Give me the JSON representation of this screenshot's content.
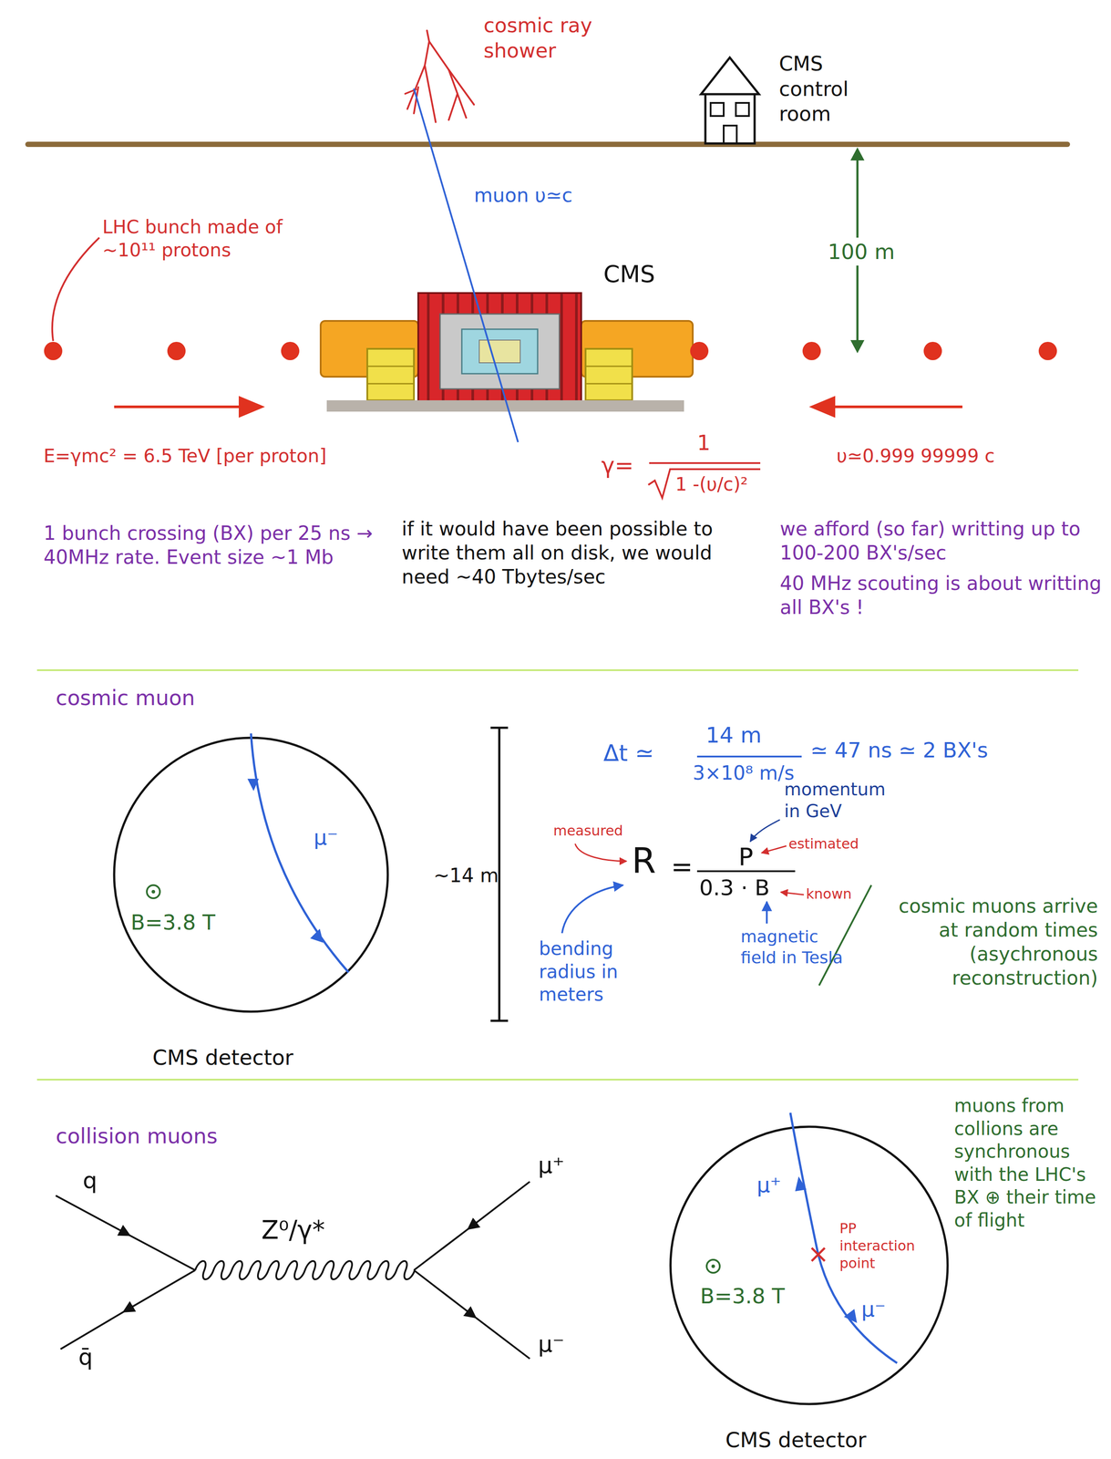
{
  "diagram": {
    "nodes": [
      {
        "text": [
          "CMS control room"
        ]
      },
      {
        "text": [
          "μ⁻",
          "B=3.8 T",
          "CMS detector"
        ]
      },
      {
        "text": [
          "μ⁺",
          "PP interaction point",
          "B=3.8 T",
          "μ⁻",
          "CMS detector"
        ]
      }
    ],
    "labels": [
      "cosmic ray shower",
      "muon υ≃c",
      "100 m",
      "LHC bunch made of ~10¹¹ protons",
      "CMS",
      "E=γmc² = 6.5 TeV [per proton]",
      "γ=",
      "1",
      "1 -(υ/c)²",
      "υ≃0.999 99999 c",
      "1 bunch crossing (BX) per 25 ns → 40MHz rate. Event size ~1 Mb",
      "if it would have been possible to write them all on disk, we would need ~40 Tbytes/sec",
      "we afford (so far) writting up to 100-200 BX's/sec",
      "40 MHz scouting is about writting all BX's !",
      "cosmic muon",
      "~14 m",
      "Δt ≃",
      "14 m",
      "3×10⁸ m/s",
      "≃ 47 ns ≃ 2 BX's",
      "measured",
      "R",
      "=",
      "P",
      "0.3 · B",
      "momentum in GeV",
      "estimated",
      "known",
      "bending radius in meters",
      "magnetic field in Tesla",
      "cosmic muons arrive at random times (asychronous reconstruction)",
      "collision muons",
      "q",
      "q̄",
      "Z⁰/γ*",
      "μ⁺",
      "μ⁻",
      "muons from collions are synchronous with the LHC's BX ⊕ their time of flight"
    ]
  }
}
